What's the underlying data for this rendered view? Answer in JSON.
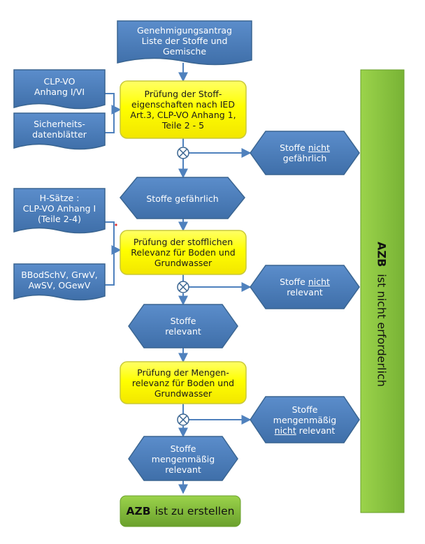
{
  "doc_start": {
    "lines": [
      "Genehmigungsantrag",
      "Liste der Stoffe und",
      "Gemische"
    ]
  },
  "input_clp": {
    "lines": [
      "CLP-VO",
      "Anhang I/VI"
    ]
  },
  "input_sdb": {
    "lines": [
      "Sicherheits-",
      "datenblätter"
    ]
  },
  "check_1": {
    "lines": [
      "Prüfung der Stoff-",
      "eigenschaften nach IED",
      "Art.3, CLP-VO Anhang 1,",
      "Teile 2 - 5"
    ]
  },
  "out_not_dangerous": {
    "line1_underlined": "nicht",
    "line1_prefix": "Stoffe ",
    "line2": "gefährlich"
  },
  "dangerous": {
    "label": "Stoffe gefährlich"
  },
  "input_hsaetze": {
    "lines": [
      "H-Sätze :",
      "CLP-VO Anhang I",
      "(Teile 2-4)"
    ]
  },
  "input_laws": {
    "lines": [
      "BBodSchV, GrwV,",
      "AwSV, OGewV"
    ]
  },
  "check_2": {
    "lines": [
      "Prüfung der stofflichen",
      "Relevanz für Boden und",
      "Grundwasser"
    ]
  },
  "out_not_relevant": {
    "line1_prefix": "Stoffe ",
    "line1_underlined": "nicht",
    "line2": "relevant"
  },
  "relevant": {
    "lines": [
      "Stoffe",
      "relevant"
    ]
  },
  "check_3": {
    "lines": [
      "Prüfung der Mengen-",
      "relevanz für Boden und",
      "Grundwasser"
    ]
  },
  "out_qty_not_relevant": {
    "line1": "Stoffe",
    "line2": "mengenmäßig",
    "line3_underlined": "nicht",
    "line3_suffix": " relevant"
  },
  "qty_relevant": {
    "lines": [
      "Stoffe",
      "mengenmäßig",
      "relevant"
    ]
  },
  "azb_final": {
    "bold": "AZB",
    "rest": "ist zu erstellen"
  },
  "azb_side": {
    "bold": "AZB",
    "rest": "ist nicht erforderlich"
  },
  "colors": {
    "blue_fill": "#4f81bd",
    "blue_stroke": "#3a6591",
    "yellow_fill": "#ffff00",
    "yellow_stroke": "#c9c93a",
    "green_fill": "#8cc63f",
    "green_dark": "#6aa02c",
    "connector": "#4f81bd"
  }
}
